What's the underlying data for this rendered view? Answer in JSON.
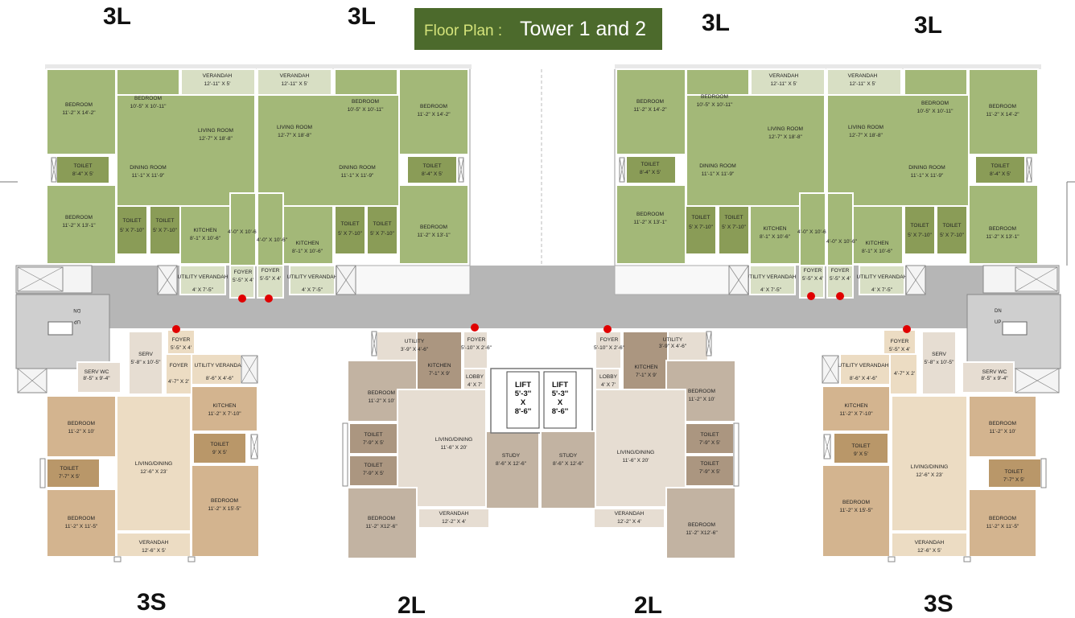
{
  "header": {
    "title_prefix": "Floor Plan :",
    "title_main": "Tower 1 and 2",
    "title_bg": "#4c6a2c",
    "title_prefix_color": "#d4e37a",
    "title_main_color": "#ffffff"
  },
  "unit_labels": {
    "top": [
      "3L",
      "3L",
      "3L",
      "3L"
    ],
    "bottom": [
      "3S",
      "2L",
      "2L",
      "3S"
    ]
  },
  "colors": {
    "unit_3l": "#a3b878",
    "unit_3s": "#d3b48f",
    "unit_2l": "#c2b3a2",
    "corridor": "#b6b6b6",
    "entry_marker": "#e00000"
  },
  "rooms": {
    "l3_left_1": [
      {
        "name": "BEDROOM",
        "dim": "11'-2\" X 14'-2\""
      },
      {
        "name": "BEDROOM",
        "dim": "10'-5\" X 10'-11\""
      },
      {
        "name": "VERANDAH",
        "dim": "12'-11\" X 5'"
      },
      {
        "name": "LIVING ROOM",
        "dim": "12'-7\" X 18'-8\""
      },
      {
        "name": "DINING ROOM",
        "dim": "11'-1\" X 11'-9\""
      },
      {
        "name": "TOILET",
        "dim": "8'-4\" X 5'"
      },
      {
        "name": "BEDROOM",
        "dim": "11'-2\" X 13'-1\""
      },
      {
        "name": "TOILET",
        "dim": "5' X 7'-10\""
      },
      {
        "name": "TOILET",
        "dim": "5' X 7'-10\""
      },
      {
        "name": "KITCHEN",
        "dim": "8'-1\" X 10'-6\""
      },
      {
        "name": "",
        "dim": "4'-0\" X 10'-6\""
      },
      {
        "name": "UTILITY VERANDAH",
        "dim": "4' X 7'-5\""
      },
      {
        "name": "FOYER",
        "dim": "5'-5\" X 4'"
      }
    ],
    "l3_left_2": [
      {
        "name": "VERANDAH",
        "dim": "12'-11\" X 5'"
      },
      {
        "name": "BEDROOM",
        "dim": "10'-5\" X 10'-11\""
      },
      {
        "name": "BEDROOM",
        "dim": "11'-2\" X 14'-2\""
      },
      {
        "name": "LIVING ROOM",
        "dim": "12'-7\" X 18'-8\""
      },
      {
        "name": "DINING ROOM",
        "dim": "11'-1\" X 11'-9\""
      },
      {
        "name": "TOILET",
        "dim": "8'-4\" X 5'"
      },
      {
        "name": "",
        "dim": "4'-0\" X 10'-6\""
      },
      {
        "name": "KITCHEN",
        "dim": "8'-1\" X 10'-6\""
      },
      {
        "name": "TOILET",
        "dim": "5' X 7'-10\""
      },
      {
        "name": "TOILET",
        "dim": "5' X 7'-10\""
      },
      {
        "name": "BEDROOM",
        "dim": "11'-2\" X 13'-1\""
      },
      {
        "name": "FOYER",
        "dim": "5'-5\" X 4'"
      },
      {
        "name": "UTILITY VERANDAH",
        "dim": "4' X 7'-5\""
      }
    ],
    "l3_right_1": [
      {
        "name": "BEDROOM",
        "dim": "11'-2\" X 14'-2\""
      },
      {
        "name": "BEDROOM",
        "dim": "10'-5\" X 10'-11\""
      },
      {
        "name": "VERANDAH",
        "dim": "12'-11\" X 5'"
      },
      {
        "name": "LIVING ROOM",
        "dim": "12'-7\" X 18'-8\""
      },
      {
        "name": "DINING ROOM",
        "dim": "11'-1\" X 11'-9\""
      },
      {
        "name": "TOILET",
        "dim": "8'-4\" X 5'"
      },
      {
        "name": "BEDROOM",
        "dim": "11'-2\" X 13'-1\""
      },
      {
        "name": "TOILET",
        "dim": "5' X 7'-10\""
      },
      {
        "name": "TOILET",
        "dim": "5' X 7'-10\""
      },
      {
        "name": "KITCHEN",
        "dim": "8'-1\" X 10'-6\""
      },
      {
        "name": "",
        "dim": "4'-0\" X 10'-6\""
      },
      {
        "name": "UTILITY VERANDAH",
        "dim": "4' X 7'-5\""
      },
      {
        "name": "FOYER",
        "dim": "5'-5\" X 4'"
      }
    ],
    "l3_right_2": [
      {
        "name": "VERANDAH",
        "dim": "12'-11\" X 5'"
      },
      {
        "name": "BEDROOM",
        "dim": "10'-5\" X 10'-11\""
      },
      {
        "name": "BEDROOM",
        "dim": "11'-2\" X 14'-2\""
      },
      {
        "name": "LIVING ROOM",
        "dim": "12'-7\" X 18'-8\""
      },
      {
        "name": "DINING ROOM",
        "dim": "11'-1\" X 11'-9\""
      },
      {
        "name": "TOILET",
        "dim": "8'-4\" X 5'"
      },
      {
        "name": "",
        "dim": "4'-0\" X 10'-6\""
      },
      {
        "name": "KITCHEN",
        "dim": "8'-1\" X 10'-6\""
      },
      {
        "name": "TOILET",
        "dim": "5' X 7'-10\""
      },
      {
        "name": "TOILET",
        "dim": "5' X 7'-10\""
      },
      {
        "name": "BEDROOM",
        "dim": "11'-2\" X 13'-1\""
      },
      {
        "name": "FOYER",
        "dim": "5'-5\" X 4'"
      },
      {
        "name": "UTILITY VERANDAH",
        "dim": "4' X 7'-5\""
      }
    ],
    "s3_left": [
      {
        "name": "FOYER",
        "dim": "5'-5\" X 4'"
      },
      {
        "name": "SERV",
        "dim": "5'-8\" x 10'-5\""
      },
      {
        "name": "FOYER",
        "dim": "4'-7\" X 2'"
      },
      {
        "name": "UTILITY VERANDAH",
        "dim": "8'-6\" X 4'-6\""
      },
      {
        "name": "SERV WC",
        "dim": "8'-5\" x 9'-4\""
      },
      {
        "name": "KITCHEN",
        "dim": "11'-2\" X 7'-10\""
      },
      {
        "name": "BEDROOM",
        "dim": "11'-2\" X 10'"
      },
      {
        "name": "TOILET",
        "dim": "9' X 5'"
      },
      {
        "name": "LIVING/DINING",
        "dim": "12'-6\" X 23'"
      },
      {
        "name": "TOILET",
        "dim": "7'-7\" X 5'"
      },
      {
        "name": "BEDROOM",
        "dim": "11'-2\" X 15'-5\""
      },
      {
        "name": "BEDROOM",
        "dim": "11'-2\" X 11'-5\""
      },
      {
        "name": "VERANDAH",
        "dim": "12'-6\" X 5'"
      }
    ],
    "l2_left": [
      {
        "name": "UTILITY",
        "dim": "3'-9\" X 4'-6\""
      },
      {
        "name": "FOYER",
        "dim": "5'-10\" X 2'-6\""
      },
      {
        "name": "BEDROOM",
        "dim": "11'-2\" X 10'"
      },
      {
        "name": "KITCHEN",
        "dim": "7'-1\" X 9'"
      },
      {
        "name": "LOBBY",
        "dim": "4' X 7'"
      },
      {
        "name": "TOILET",
        "dim": "7'-9\" X 5'"
      },
      {
        "name": "TOILET",
        "dim": "7'-9\" X 5'"
      },
      {
        "name": "LIVING/DINING",
        "dim": "11'-6\" X 20'"
      },
      {
        "name": "STUDY",
        "dim": "8'-6\" X 12'-6\""
      },
      {
        "name": "BEDROOM",
        "dim": "11'-2\" X12'-6\""
      },
      {
        "name": "VERANDAH",
        "dim": "12'-2\" X 4'"
      }
    ],
    "l2_right": [
      {
        "name": "FOYER",
        "dim": "5'-10\" X 2'-6\""
      },
      {
        "name": "UTILITY",
        "dim": "3'-9\" X 4'-6\""
      },
      {
        "name": "KITCHEN",
        "dim": "7'-1\" X 9'"
      },
      {
        "name": "LOBBY",
        "dim": "4' X 7'"
      },
      {
        "name": "BEDROOM",
        "dim": "11'-2\" X 10'"
      },
      {
        "name": "STUDY",
        "dim": "8'-6\" X 12'-6\""
      },
      {
        "name": "LIVING/DINING",
        "dim": "11'-6\" X 20'"
      },
      {
        "name": "TOILET",
        "dim": "7'-9\" X 5'"
      },
      {
        "name": "TOILET",
        "dim": "7'-9\" X 5'"
      },
      {
        "name": "BEDROOM",
        "dim": "11'-2\" X12'-6\""
      },
      {
        "name": "VERANDAH",
        "dim": "12'-2\" X 4'"
      }
    ],
    "s3_right": [
      {
        "name": "FOYER",
        "dim": "5'-5\" X 4'"
      },
      {
        "name": "UTILITY VERANDAH",
        "dim": "8'-6\" X 4'-6\""
      },
      {
        "name": "SERV",
        "dim": "5'-8\" x 10'-5\""
      },
      {
        "name": "SERV WC",
        "dim": "8'-5\" x 9'-4\""
      },
      {
        "name": "",
        "dim": "4'-7\" X 2'"
      },
      {
        "name": "KITCHEN",
        "dim": "11'-2\" X 7'-10\""
      },
      {
        "name": "BEDROOM",
        "dim": "11'-2\" X 10'"
      },
      {
        "name": "TOILET",
        "dim": "9' X 5'"
      },
      {
        "name": "LIVING/DINING",
        "dim": "12'-6\" X 23'"
      },
      {
        "name": "TOILET",
        "dim": "7'-7\" X 5'"
      },
      {
        "name": "BEDROOM",
        "dim": "11'-2\" X 15'-5\""
      },
      {
        "name": "BEDROOM",
        "dim": "11'-2\" X 11'-5\""
      },
      {
        "name": "VERANDAH",
        "dim": "12'-6\" X 5'"
      }
    ]
  },
  "lifts": [
    {
      "name": "LIFT",
      "dim1": "5'-3''",
      "sep": "X",
      "dim2": "8'-6''"
    },
    {
      "name": "LIFT",
      "dim1": "5'-3''",
      "sep": "X",
      "dim2": "8'-6''"
    }
  ],
  "stairs": {
    "dn": "DN",
    "up": "UP"
  }
}
